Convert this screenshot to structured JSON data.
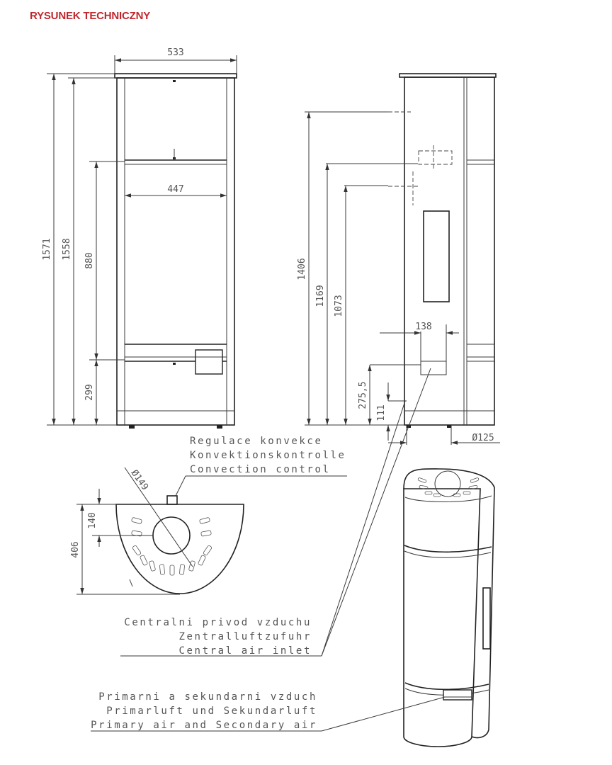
{
  "header": {
    "title": "RYSUNEK TECHNICZNY",
    "title_color": "#c0272d"
  },
  "dimensions": {
    "front_width": "533",
    "inner_width": "447",
    "height_total": "1571",
    "height_body": "1558",
    "door_height": "880",
    "base_height": "299",
    "side_h1": "1406",
    "side_h2": "1169",
    "side_h3": "1073",
    "inlet_width": "138",
    "inlet_h1": "275,5",
    "inlet_h2": "111",
    "pipe_dia": "Ø125",
    "top_dia": "Ø149",
    "top_depth": "406",
    "top_offset": "140"
  },
  "labels": {
    "convection": [
      "Regulace konvekce",
      "Konvektionskontrolle",
      "Convection control"
    ],
    "central_air": [
      "Centralni privod vzduchu",
      "Zentralluftzufuhr",
      "Central air inlet"
    ],
    "primary_air": [
      "Primarni a sekundarni vzduch",
      "Primarluft und Sekundarluft",
      "Primary air and Secondary air"
    ]
  }
}
